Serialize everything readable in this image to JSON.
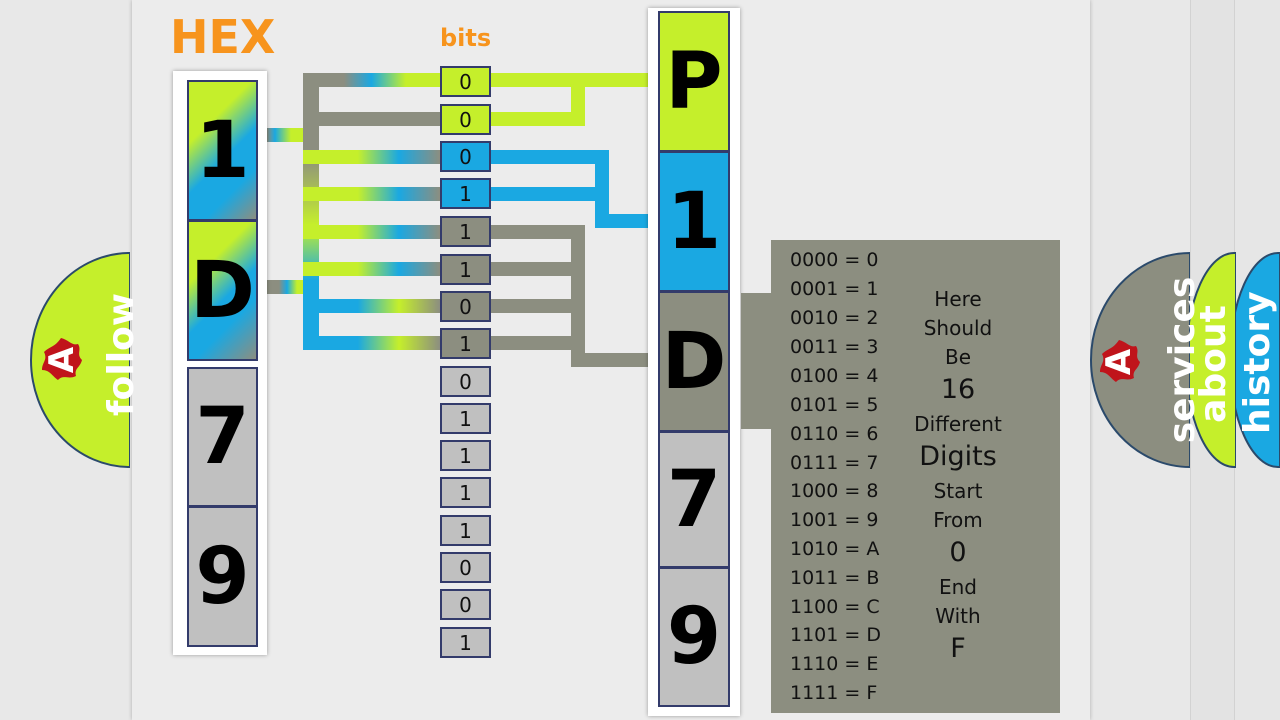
{
  "title": "HEX",
  "bits_label": "bits",
  "hex_digits": [
    "1",
    "D",
    "7",
    "9"
  ],
  "bits": [
    "0",
    "0",
    "0",
    "1",
    "1",
    "1",
    "0",
    "1",
    "0",
    "1",
    "1",
    "1",
    "1",
    "0",
    "0",
    "1"
  ],
  "result_digits": [
    "P",
    "1",
    "D",
    "7",
    "9"
  ],
  "table_rows": [
    "0000 = 0",
    "0001 = 1",
    "0010 = 2",
    "0011 = 3",
    "0100 = 4",
    "0101 = 5",
    "0110 = 6",
    "0111 = 7",
    "1000 = 8",
    "1001 = 9",
    "1010 = A",
    "1011 = B",
    "1100 = C",
    "1101 = D",
    "1110 = E",
    "1111 = F"
  ],
  "note": [
    "Here",
    "Should",
    "Be",
    "16",
    "Different",
    "Digits",
    "Start",
    "From",
    "0",
    "End",
    "With",
    "F"
  ],
  "tabs": {
    "follow": "follow",
    "services": "services",
    "about": "about",
    "history": "history",
    "logo_letter": "A"
  },
  "colors": {
    "lime": "#c5ef2b",
    "blue": "#1aa8e2",
    "gray": "#8c8e80",
    "orange": "#f7941d",
    "light_gray": "#c0c0c0"
  }
}
